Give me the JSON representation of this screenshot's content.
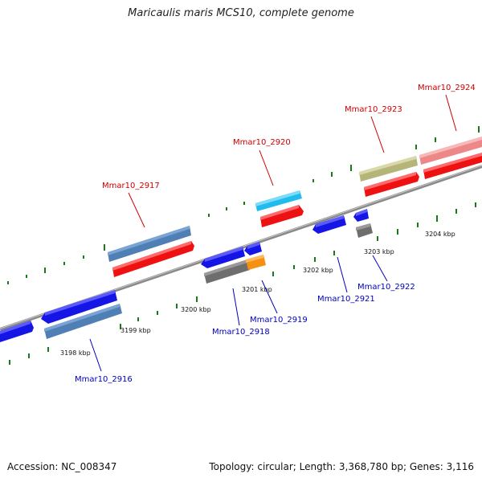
{
  "title": "Maricaulis maris MCS10, complete genome",
  "footer": {
    "accession": "Accession: NC_008347",
    "info": "Topology: circular; Length: 3,368,780 bp; Genes: 3,116"
  },
  "colors": {
    "axis": "#8a8a8a",
    "tick": "#1a7a1a",
    "label_forward": "#cc0000",
    "label_reverse": "#0000bb",
    "blue": "#1515e6",
    "steelblue": "#4f7fb5",
    "red": "#ee1111",
    "cyan": "#22bbee",
    "olive": "#b5b57a",
    "pink": "#ee8888",
    "gray": "#777777",
    "orange": "#f59010"
  },
  "scale_labels": [
    "3198 kbp",
    "3199 kbp",
    "3200 kbp",
    "3201 kbp",
    "3202 kbp",
    "3203 kbp",
    "3204 kbp"
  ],
  "gene_labels": [
    "Mmar10_2917",
    "Mmar10_2920",
    "Mmar10_2923",
    "Mmar10_2924",
    "Mmar10_2916",
    "Mmar10_2918",
    "Mmar10_2919",
    "Mmar10_2921",
    "Mmar10_2922"
  ]
}
